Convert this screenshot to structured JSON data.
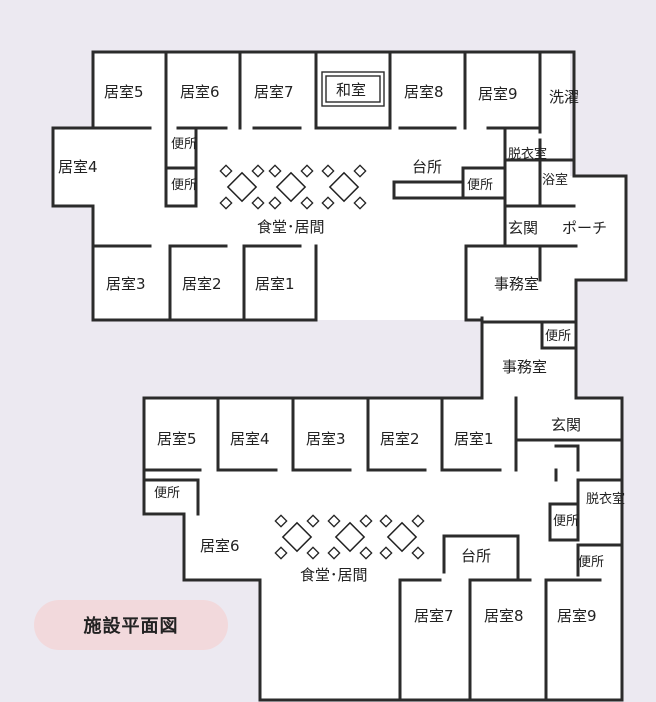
{
  "upper_floor": {
    "rooms": {
      "r5": "居室5",
      "r6": "居室6",
      "r7": "居室7",
      "washitsu": "和室",
      "r8": "居室8",
      "r9": "居室9",
      "sentaku": "洗濯",
      "r4": "居室4",
      "r3": "居室3",
      "r2": "居室2",
      "r1": "居室1",
      "benjo_a": "便所",
      "benjo_b": "便所",
      "benjo_c": "便所",
      "daidokoro": "台所",
      "datsuishitsu": "脱衣室",
      "yokushitsu": "浴室",
      "genkan": "玄関",
      "porch": "ポーチ",
      "shokudo": "食堂･居間",
      "jimushitsu": "事務室"
    }
  },
  "connector": {
    "benjo": "便所",
    "jimushitsu": "事務室"
  },
  "lower_floor": {
    "rooms": {
      "r5": "居室5",
      "r4": "居室4",
      "r3": "居室3",
      "r2": "居室2",
      "r1": "居室1",
      "genkan": "玄関",
      "benjo_a": "便所",
      "benjo_b": "便所",
      "benjo_c": "便所",
      "datsuishitsu": "脱衣室",
      "r6": "居室6",
      "daidokoro": "台所",
      "shokudo": "食堂･居間",
      "r7": "居室7",
      "r8": "居室8",
      "r9": "居室9"
    }
  },
  "legend": {
    "title": "施設平面図"
  }
}
